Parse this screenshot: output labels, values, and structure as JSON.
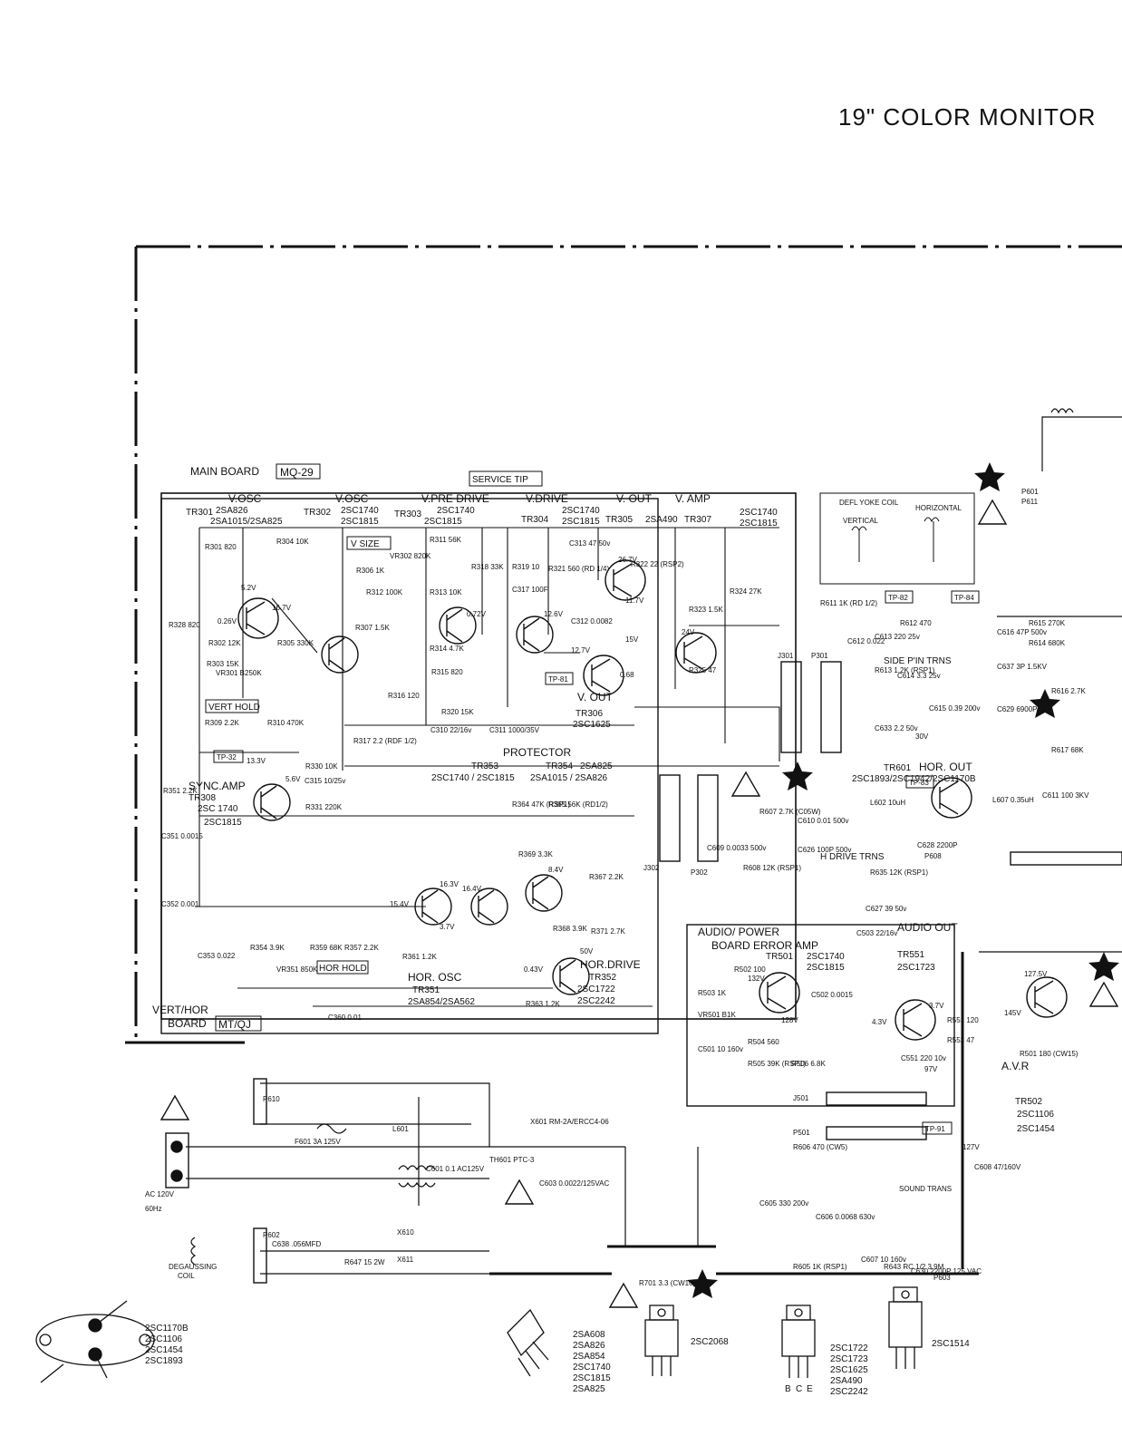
{
  "page": {
    "title": "19\" COLOR   MONITOR"
  },
  "boards": {
    "main": {
      "label": "MAIN BOARD",
      "code": "MQ-29"
    },
    "vert_hor": {
      "label1": "VERT/HOR",
      "label2": "BOARD",
      "code": "MT/QJ"
    },
    "audio_power": {
      "label1": "AUDIO/ POWER",
      "label2": "BOARD  ERROR  AMP"
    },
    "service_tip": "SERVICE TIP",
    "deflection_yoke": "DEFL YOKE COIL",
    "yoke_vertical": "VERTICAL",
    "yoke_horizontal": "HORIZONTAL"
  },
  "sections": {
    "v_osc_1": "V.OSC",
    "v_osc_2": "V.OSC",
    "v_pre_drive": "V.PRE DRIVE",
    "v_drive": "V.DRIVE",
    "v_out": "V. OUT",
    "v_amp": "V. AMP",
    "v_out_2": "V. OUT",
    "protector": "PROTECTOR",
    "sync_amp": "SYNC.AMP",
    "hor_osc": "HOR. OSC",
    "hor_drive": "HOR.DRIVE",
    "hor_out": "HOR. OUT",
    "h_drive_trns": "H DRIVE TRNS",
    "side_pin_trns": "SIDE P'IN TRNS",
    "audio_out": "AUDIO  OUT",
    "avr": "A.V.R",
    "sound_trans": "SOUND TRANS",
    "v_size": "V SIZE",
    "vert_hold": "VERT HOLD",
    "hor_hold": "HOR HOLD",
    "degaussing": "DEGAUSSING",
    "coil": "COIL",
    "ac_in": "AC 120V",
    "freq": "60Hz"
  },
  "transistors": [
    {
      "ref": "TR301",
      "part": "2SA826",
      "alt": "2SA1015/2SA825"
    },
    {
      "ref": "TR302",
      "part": "2SC1740",
      "alt": "2SC1815"
    },
    {
      "ref": "TR303",
      "part": "2SC1740",
      "alt": "2SC1815"
    },
    {
      "ref": "TR304",
      "part": "2SC1740",
      "alt": "2SC1815"
    },
    {
      "ref": "TR305",
      "part": "2SA490"
    },
    {
      "ref": "TR307",
      "part": "2SC1740",
      "alt": "2SC1815"
    },
    {
      "ref": "TR306",
      "part": "2SC1625"
    },
    {
      "ref": "TR308",
      "part": "2SC 1740",
      "alt": "2SC1815"
    },
    {
      "ref": "TR353",
      "part": "2SC1740 / 2SC1815"
    },
    {
      "ref": "TR354",
      "part": "2SA825",
      "alt": "2SA1015 / 2SA826"
    },
    {
      "ref": "TR351",
      "part": "2SA854/2SA562"
    },
    {
      "ref": "TR352",
      "part": "2SC1722",
      "alt": "2SC2242"
    },
    {
      "ref": "TR601",
      "part": "2SC1893/2SC1942/2SC1170B"
    },
    {
      "ref": "TR501",
      "part": "2SC1740",
      "alt": "2SC1815"
    },
    {
      "ref": "TR551",
      "part": "2SC1723"
    },
    {
      "ref": "TR502",
      "part": "2SC1106",
      "alt": "2SC1454"
    }
  ],
  "test_points": [
    "TP-81",
    "TP-82",
    "TP-84",
    "TP-83",
    "TP-32",
    "TP-91"
  ],
  "connectors": [
    "J301",
    "P301",
    "J302",
    "P302",
    "J501",
    "P501",
    "P601",
    "P602",
    "P603",
    "P608",
    "P610",
    "P611"
  ],
  "components": {
    "R301": "R301 820",
    "R304": "R304 10K",
    "R328": "R328 820",
    "R302": "R302 12K",
    "R303": "R303 15K",
    "R305": "R305 330K",
    "R306": "R306 1K",
    "R307": "R307 1.5K",
    "R309": "R309 2.2K",
    "R310": "R310 470K",
    "R311": "R311 56K",
    "R312": "R312 100K",
    "R313": "R313 10K",
    "R314": "R314 4.7K",
    "R315": "R315 820",
    "R316": "R316 120",
    "R317": "R317 2.2 (RDF 1/2)",
    "R318": "R318 33K",
    "R319": "R319 10",
    "R321": "R321 560 (RD 1/4)",
    "R322": "R322 22 (RSP2)",
    "R323": "R323 1.5K",
    "R324": "R324 27K",
    "R325": "R325 47",
    "R320": "R320 15K",
    "R330": "R330 10K",
    "R331": "R331 220K",
    "R351": "R351 2.2K",
    "VR301": "VR301 B250K",
    "VR302": "VR302 820K",
    "C313": "C313 47 50v",
    "C317": "C317 100F",
    "C312": "C312 0.0082",
    "C311": "C311 1000/35V",
    "C310": "C310 22/16v",
    "C315": "C315 10/25v",
    "C351": "C351 0.0015",
    "C352": "C352 0.001",
    "C353": "C353 0.022",
    "C360": "C360 0.01",
    "R354": "R354 3.9K",
    "R357": "R357 2.2K",
    "R359": "R359 68K",
    "VR351": "VR351 850K",
    "R361": "R361 1.2K",
    "R363": "R363 1.2K",
    "R368": "R368 3.9K",
    "R371": "R371 2.7K",
    "R367": "R367 2.2K",
    "R364": "R364 47K (RSP1)",
    "R365": "R365 56K (RD1/2)",
    "R369": "R369 3.3K",
    "F601": "F601 3A 125V",
    "L601": "L601",
    "C601": "C601 0.1 AC125V",
    "TH601": "TH601 PTC-3",
    "X601": "X601 RM-2A/ERCC4-06",
    "C603": "C603 0.0022/125VAC",
    "C638": "C638 .056MFD",
    "R647": "R647 15 2W",
    "X610": "X610",
    "X611": "X611",
    "R701": "R701 3.3 (CW10)",
    "R501": "R501 180 (CW15)",
    "R502": "R502 100",
    "R503": "R503 1K",
    "VR501": "VR501 B1K",
    "R504": "R504 560",
    "R505": "R505 39K (RSP1)",
    "R506": "R506 6.8K",
    "R551": "R551 120",
    "R552": "R552 47",
    "C551": "C551 220 10v",
    "C501": "C501 10 160v",
    "C502": "C502 0.0015",
    "C503": "C503 22/16v",
    "R606": "R606 470 (CW5)",
    "C605": "C605 330 200v",
    "C606": "C606 0.0068 630v",
    "C607": "C607 10 160v",
    "C608": "C608 47/160V",
    "R643": "R643 RC 1/2 3.9M",
    "C630": "C630 2200P 125 VAC",
    "R605": "R605 1K (RSP1)",
    "R607": "R607 2.7K (C05W)",
    "R608": "R608 12K (RSP1)",
    "C609": "C609 0.0033 500v",
    "C610": "C610 0.01 500v",
    "C626": "C626 100P 500v",
    "R635": "R635 12K (RSP1)",
    "C627": "C627 39 50v",
    "L602": "L602 10uH",
    "C628": "C628 2200P",
    "L607": "L607 0.35uH",
    "C611": "C611 100 3KV",
    "R617": "R617 68K",
    "R611": "R611 1K (RD 1/2)",
    "C612": "C612 0.022",
    "R612": "R612 470",
    "C613": "C613 220 25v",
    "C614": "C614 3.3 25v",
    "C615": "C615 0.39 200v",
    "R613": "R613 1.2K (RSP1)",
    "C633": "C633 2.2 50v",
    "C616": "C616 47P 500v",
    "C637": "C637 3P 1.5KV",
    "C629": "C629 6900P",
    "R614": "R614 680K",
    "R615": "R615 270K",
    "R616": "R616 2.7K"
  },
  "voltages": [
    "5.2V",
    "16.7V",
    "0.26V",
    "0.72V",
    "12.6V",
    "26.7V",
    "11.7V",
    "15V",
    "12.7V",
    "24V",
    "0.68",
    "13.3V",
    "5.6V",
    "16.3V",
    "15.4V",
    "16.4V",
    "8.4V",
    "3.7V",
    "50V",
    "0.43V",
    "127V",
    "145V",
    "132V",
    "128V",
    "4.3V",
    "3.7V",
    "97V",
    "30V",
    "127.5V"
  ],
  "semiconductors_legend": {
    "to3": [
      "2SC1170B",
      "2SC1106",
      "2SC1454",
      "2SC1893"
    ],
    "to92": [
      "2SA608",
      "2SA826",
      "2SA854",
      "2SC1740",
      "2SC1815",
      "2SA825"
    ],
    "to220a": [
      "2SC2068"
    ],
    "to220b": [
      "2SC1722",
      "2SC1723",
      "2SC1625",
      "2SA490",
      "2SC2242"
    ],
    "to220c": [
      "2SC1514"
    ],
    "pins": [
      "B",
      "C",
      "E"
    ]
  },
  "colors": {
    "ink": "#111111",
    "paper": "#ffffff"
  }
}
